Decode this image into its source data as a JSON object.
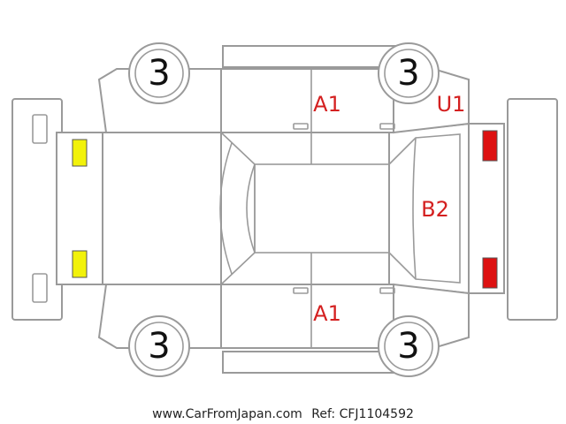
{
  "wheels": {
    "front_left": "3",
    "rear_left": "3",
    "front_right": "3",
    "rear_right": "3"
  },
  "damage_labels": {
    "upper_side": "A1",
    "lower_side": "A1",
    "rear_corner": "U1",
    "rear_window": "B2"
  },
  "footer": {
    "site": "www.CarFromJapan.com",
    "ref": "Ref: CFJ1104592"
  },
  "colors": {
    "outline": "#9a9a9a",
    "damage_text": "#d42020",
    "front_lamp": "#f2f20a",
    "rear_lamp": "#dd1111"
  }
}
